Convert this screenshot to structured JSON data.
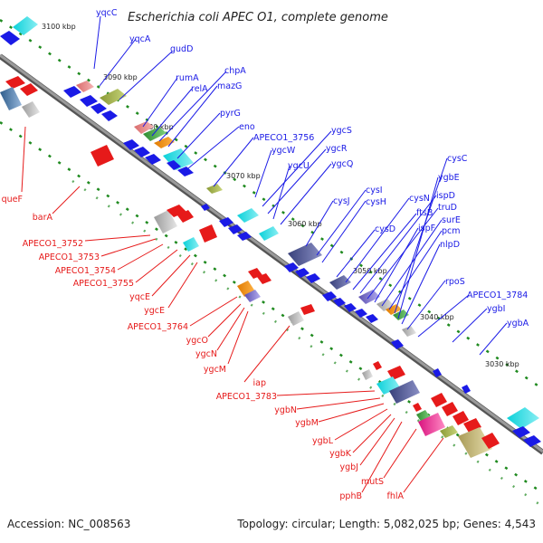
{
  "title": "Escherichia coli APEC O1, complete genome",
  "footer": {
    "accession": "Accession: NC_008563",
    "topology": "Topology: circular; Length: 5,082,025 bp; Genes: 4,543"
  },
  "colors": {
    "top_strand": "#1a1ae6",
    "bottom_strand": "#e61a1a",
    "backbone": "#777777",
    "ticks": "#1f8a1f"
  },
  "scale_labels": [
    "3100 kbp",
    "3090 kbp",
    "3080 kbp",
    "3070 kbp",
    "3060 kbp",
    "3050 kbp",
    "3040 kbp",
    "3030 kbp"
  ],
  "top_genes": [
    "yqcC",
    "yqcA",
    "gudD",
    "rumA",
    "relA",
    "chpA",
    "mazG",
    "pyrG",
    "eno",
    "APECO1_3756",
    "ygcW",
    "ygcS",
    "ygcR",
    "ygcU",
    "ygcQ",
    "cysJ",
    "cysI",
    "cysH",
    "cysD",
    "cysN",
    "ftsB",
    "ispD",
    "truD",
    "ispF",
    "surE",
    "pcm",
    "cysC",
    "ygbE",
    "nlpD",
    "rpoS",
    "APECO1_3784",
    "ygbI",
    "ygbA"
  ],
  "bottom_genes": [
    "queF",
    "barA",
    "APECO1_3752",
    "APECO1_3753",
    "APECO1_3754",
    "APECO1_3755",
    "yqcE",
    "ygcE",
    "APECO1_3764",
    "ygcO",
    "ygcN",
    "ygcM",
    "iap",
    "APECO1_3783",
    "ygbN",
    "ygbM",
    "ygbL",
    "ygbK",
    "ygbJ",
    "pphB",
    "mutS",
    "fhlA"
  ]
}
